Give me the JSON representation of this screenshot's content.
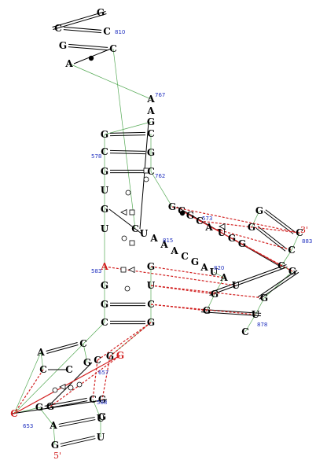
{
  "diagram": {
    "colors": {
      "nucleotide": "#000000",
      "highlight": "#d22020",
      "backbone": "#55aa55",
      "pairing": "#000000",
      "noncanonical": "#d22020",
      "position_label": "#1f2fbf"
    },
    "nucleotides": [
      {
        "id": "n1",
        "letter": "G"
      },
      {
        "id": "n2",
        "letter": "C"
      },
      {
        "id": "n3",
        "letter": "C"
      },
      {
        "id": "n4",
        "letter": "G"
      },
      {
        "id": "n5",
        "letter": "C"
      },
      {
        "id": "n6",
        "letter": "A"
      },
      {
        "id": "n7",
        "letter": "A"
      },
      {
        "id": "n8",
        "letter": "A"
      },
      {
        "id": "n9",
        "letter": "G"
      },
      {
        "id": "n10",
        "letter": "G"
      },
      {
        "id": "n11",
        "letter": "C"
      },
      {
        "id": "n12",
        "letter": "C"
      },
      {
        "id": "n13",
        "letter": "G"
      },
      {
        "id": "n14",
        "letter": "G"
      },
      {
        "id": "n15",
        "letter": "C"
      },
      {
        "id": "n16",
        "letter": "U"
      },
      {
        "id": "n17",
        "letter": "G"
      },
      {
        "id": "n18",
        "letter": "U"
      },
      {
        "id": "n19",
        "letter": "C"
      },
      {
        "id": "n20",
        "letter": "U"
      },
      {
        "id": "n21",
        "letter": "A"
      },
      {
        "id": "n22",
        "letter": "A"
      },
      {
        "id": "n23",
        "letter": "A"
      },
      {
        "id": "n24",
        "letter": "C"
      },
      {
        "id": "n25",
        "letter": "G"
      },
      {
        "id": "n26",
        "letter": "A"
      },
      {
        "id": "n27",
        "letter": "U"
      },
      {
        "id": "n28",
        "letter": "A"
      },
      {
        "id": "n29",
        "letter": "G"
      },
      {
        "id": "n30",
        "letter": "G"
      },
      {
        "id": "n31",
        "letter": "U"
      },
      {
        "id": "n32",
        "letter": "G"
      },
      {
        "id": "n33",
        "letter": "C"
      },
      {
        "id": "n34",
        "letter": "C"
      },
      {
        "id": "n35",
        "letter": "G"
      },
      {
        "id": "n36",
        "letter": "G"
      },
      {
        "id": "n37",
        "letter": "C"
      },
      {
        "id": "n38",
        "letter": "G"
      },
      {
        "id": "n39",
        "letter": "C"
      },
      {
        "id": "n40",
        "letter": "A"
      },
      {
        "id": "n41",
        "letter": "U"
      },
      {
        "id": "n42",
        "letter": "G"
      },
      {
        "id": "n43",
        "letter": "G"
      },
      {
        "id": "n44",
        "letter": "C"
      },
      {
        "id": "n45",
        "letter": "G"
      },
      {
        "id": "n46",
        "letter": "C"
      },
      {
        "id": "n47",
        "letter": "G"
      },
      {
        "id": "n48",
        "letter": "C"
      },
      {
        "id": "n49",
        "letter": "G"
      },
      {
        "id": "n50",
        "letter": "A"
      },
      {
        "id": "n51",
        "letter": "U"
      },
      {
        "id": "n52",
        "letter": "G"
      },
      {
        "id": "n53",
        "letter": "G"
      },
      {
        "id": "n54",
        "letter": "G"
      },
      {
        "id": "n55",
        "letter": "U"
      },
      {
        "id": "n56",
        "letter": "C"
      },
      {
        "id": "n57",
        "letter": "A"
      },
      {
        "id": "n58",
        "letter": "C"
      },
      {
        "id": "n59",
        "letter": "C"
      },
      {
        "id": "n60",
        "letter": "G"
      },
      {
        "id": "n61",
        "letter": "C"
      },
      {
        "id": "n62",
        "letter": "G"
      },
      {
        "id": "n63",
        "letter": "G"
      },
      {
        "id": "n64",
        "letter": "C"
      },
      {
        "id": "n65",
        "letter": "G"
      },
      {
        "id": "n66",
        "letter": "G"
      },
      {
        "id": "n67",
        "letter": "C"
      },
      {
        "id": "n68",
        "letter": "A"
      },
      {
        "id": "n69",
        "letter": "U"
      },
      {
        "id": "n70",
        "letter": "G"
      },
      {
        "id": "n71",
        "letter": "U"
      },
      {
        "id": "n72",
        "letter": "C"
      },
      {
        "id": "n73",
        "letter": "G"
      },
      {
        "id": "n74",
        "letter": "G"
      },
      {
        "id": "n75",
        "letter": "C"
      },
      {
        "id": "n76",
        "letter": "A"
      },
      {
        "id": "n77",
        "letter": "C"
      },
      {
        "id": "n78",
        "letter": "G"
      },
      {
        "id": "n79",
        "letter": "A"
      },
      {
        "id": "n80",
        "letter": "G"
      },
      {
        "id": "n81",
        "letter": "A"
      }
    ],
    "position_labels": [
      "810",
      "767",
      "578",
      "762",
      "573",
      "883",
      "815",
      "583",
      "820",
      "878",
      "653",
      "588",
      "657"
    ],
    "end_labels": {
      "five_prime": "5'",
      "three_prime": "3'"
    }
  }
}
